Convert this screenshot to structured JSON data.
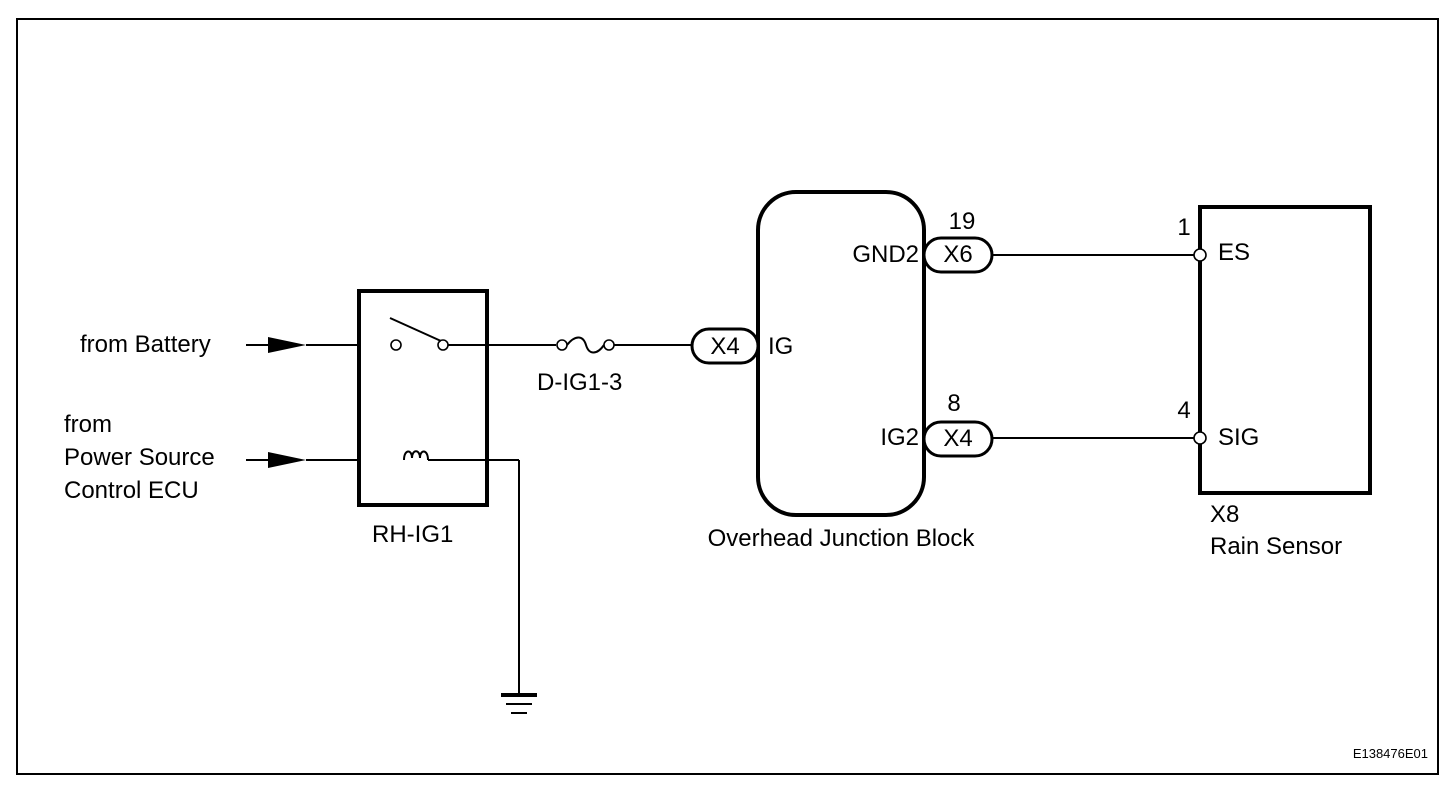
{
  "inputs": {
    "battery": "from Battery",
    "ecu_line1": "from",
    "ecu_line2": "Power Source",
    "ecu_line3": "Control ECU"
  },
  "relay": {
    "label": "RH-IG1"
  },
  "fuse": {
    "label": "D-IG1-3"
  },
  "junction_block": {
    "label": "Overhead Junction Block",
    "ig_connector": "X4",
    "ig_terminal": "IG",
    "gnd2_terminal": "GND2",
    "gnd2_connector": "X6",
    "gnd2_pin": "19",
    "ig2_terminal": "IG2",
    "ig2_connector": "X4",
    "ig2_pin": "8"
  },
  "rain_sensor": {
    "connector": "X8",
    "label": "Rain Sensor",
    "es_pin": "1",
    "es_terminal": "ES",
    "sig_pin": "4",
    "sig_terminal": "SIG"
  },
  "figure_id": "E138476E01"
}
